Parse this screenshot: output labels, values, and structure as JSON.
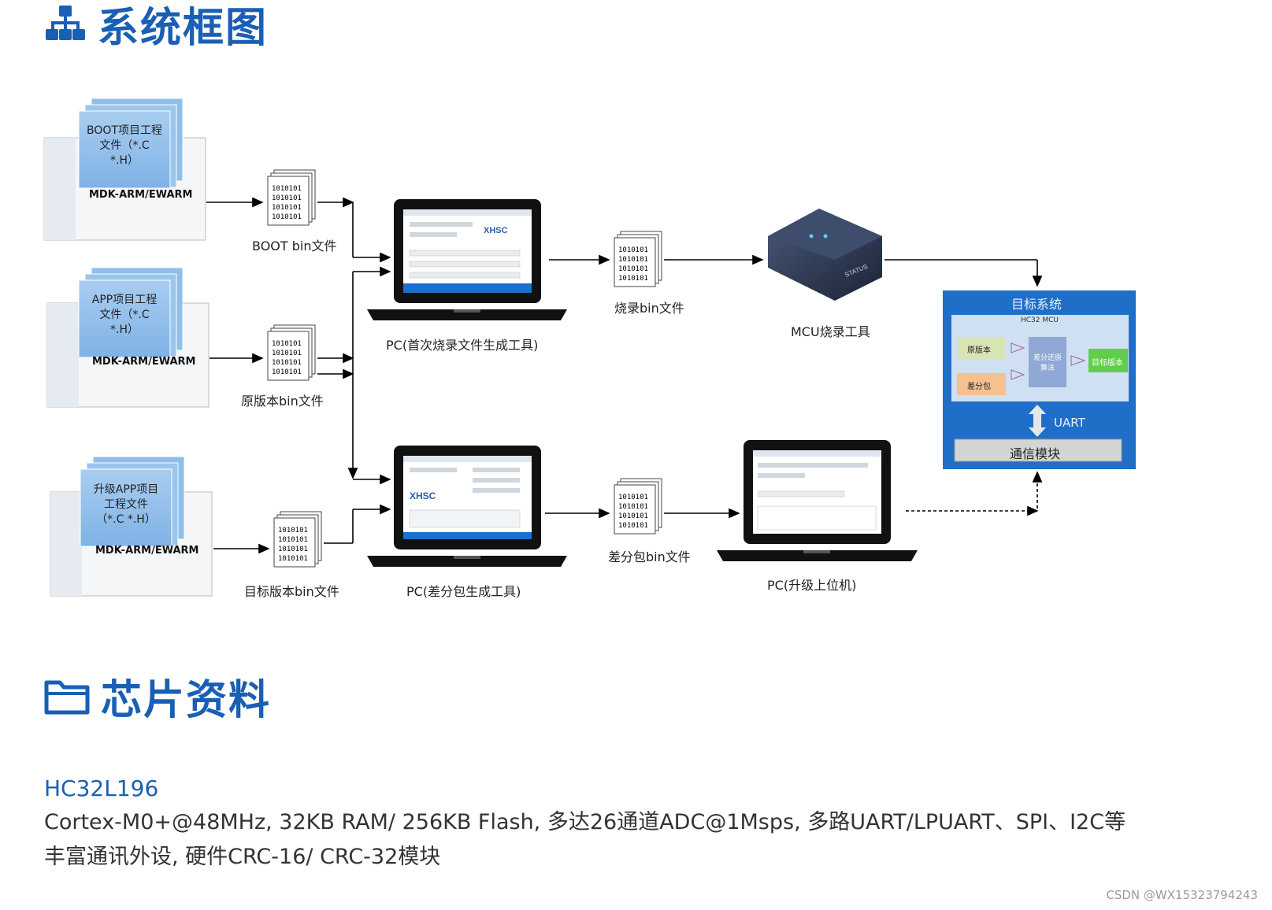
{
  "sections": {
    "system_title": "系统框图",
    "chip_title": "芯片资料"
  },
  "diagram": {
    "boot_project": {
      "line1": "BOOT项目工程",
      "line2": "文件（*.C",
      "line3": "*.H）",
      "ide": "MDK-ARM/EWARM"
    },
    "app_project": {
      "line1": "APP项目工程",
      "line2": "文件（*.C",
      "line3": "*.H）",
      "ide": "MDK-ARM/EWARM"
    },
    "upgrade_project": {
      "line1": "升级APP项目",
      "line2": "工程文件",
      "line3": "（*.C *.H）",
      "ide": "MDK-ARM/EWARM"
    },
    "boot_bin": "BOOT bin文件",
    "orig_bin": "原版本bin文件",
    "target_bin": "目标版本bin文件",
    "pc_first": "PC(首次烧录文件生成工具)",
    "pc_diff": "PC(差分包生成工具)",
    "burn_bin": "烧录bin文件",
    "diff_bin": "差分包bin文件",
    "mcu_tool": "MCU烧录工具",
    "pc_upgrade": "PC(升级上位机)",
    "target_system": {
      "title": "目标系统",
      "mcu": "HC32 MCU",
      "orig": "原版本",
      "diff": "差分包",
      "algo": "差分还原算法",
      "target": "目标版本",
      "uart": "UART",
      "comm": "通信模块"
    },
    "laptop_brand": "XHSC",
    "tool_brand": "STATUS"
  },
  "chip": {
    "name": "HC32L196",
    "desc_line1": "Cortex-M0+@48MHz, 32KB RAM/ 256KB Flash, 多达26通道ADC@1Msps, 多路UART/LPUART、SPI、I2C等",
    "desc_line2": "丰富通讯外设, 硬件CRC-16/ CRC-32模块"
  },
  "watermark": "CSDN @WX15323794243",
  "colors": {
    "accent": "#1a5fb4",
    "target_box": "#1f6fc9"
  }
}
